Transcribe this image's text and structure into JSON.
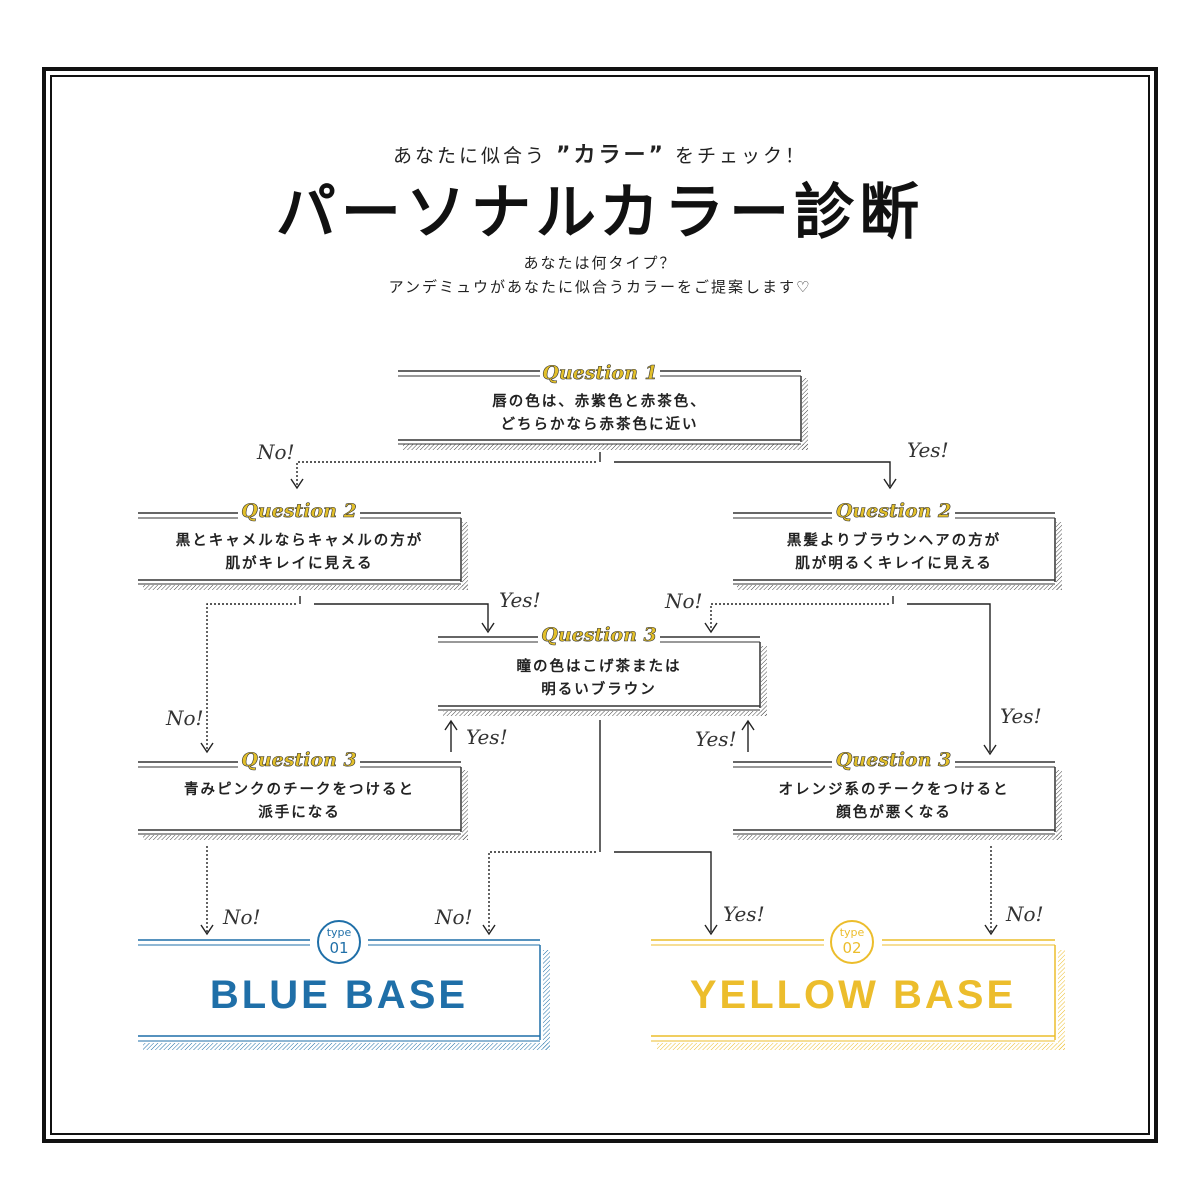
{
  "header": {
    "tagline_before": "あなたに似合う ",
    "tagline_em": "”カラー”",
    "tagline_after": " をチェック！",
    "title": "パーソナルカラー診断",
    "intro_line1": "あなたは何タイプ？",
    "intro_line2": "アンデミュウがあなたに似合うカラーをご提案します♡"
  },
  "questions": {
    "q1": {
      "tag": "Question 1",
      "line1": "唇の色は、赤紫色と赤茶色、",
      "line2": "どちらかなら赤茶色に近い"
    },
    "q2_left": {
      "tag": "Question 2",
      "line1": "黒とキャメルならキャメルの方が",
      "line2": "肌がキレイに見える"
    },
    "q2_right": {
      "tag": "Question 2",
      "line1": "黒髪よりブラウンヘアの方が",
      "line2": "肌が明るくキレイに見える"
    },
    "q3_center": {
      "tag": "Question 3",
      "line1": "瞳の色はこげ茶または",
      "line2": "明るいブラウン"
    },
    "q3_left": {
      "tag": "Question 3",
      "line1": "青みピンクのチークをつけると",
      "line2": "派手になる"
    },
    "q3_right": {
      "tag": "Question 3",
      "line1": "オレンジ系のチークをつけると",
      "line2": "顔色が悪くなる"
    }
  },
  "answers": {
    "yes": "Yes!",
    "no": "No!"
  },
  "results": {
    "blue": {
      "type_label": "type",
      "type_num": "01",
      "label": "BLUE BASE",
      "color": "#1f6fa8"
    },
    "yellow": {
      "type_label": "type",
      "type_num": "02",
      "label": "YELLOW BASE",
      "color": "#ecbd2c"
    }
  }
}
